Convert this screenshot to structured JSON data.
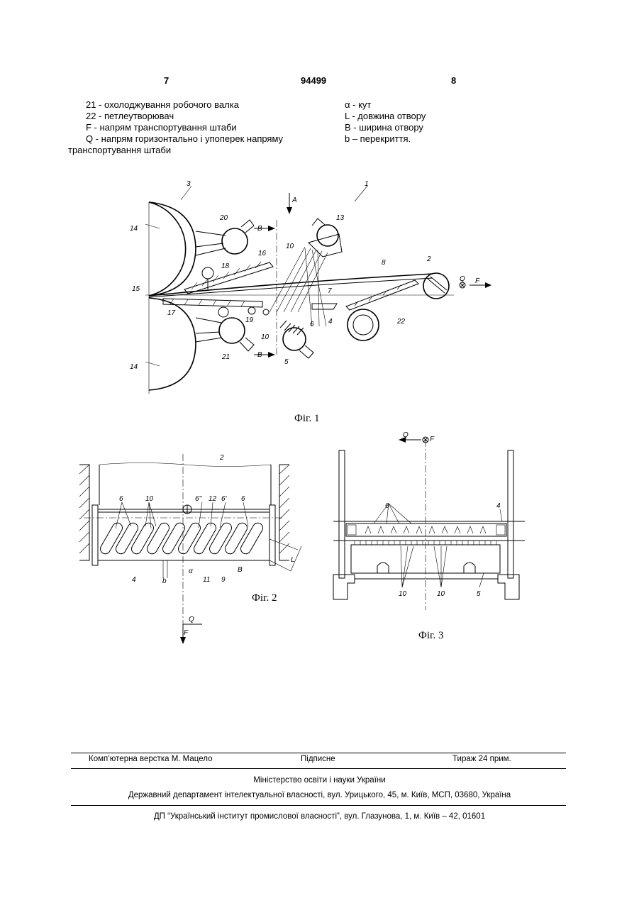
{
  "header": {
    "page_left": "7",
    "patent_number": "94499",
    "page_right": "8"
  },
  "legend_left": [
    "21 - охолоджування робочого валка",
    "22 - петлеутворювач",
    "F - напрям транспортування штаби",
    "Q - напрям горизонтально і упоперек напряму",
    "транспортування штаби"
  ],
  "legend_right": [
    "α - кут",
    "L - довжина отвору",
    "B - ширина отвору",
    "b – перекриття."
  ],
  "figures": {
    "fig1": {
      "caption": "Фіг. 1",
      "labels": {
        "l1": "1",
        "l2": "2",
        "l3": "3",
        "l4": "4",
        "l5": "5",
        "l6": "6",
        "l7": "7",
        "l8": "8",
        "l10a": "10",
        "l10b": "10",
        "l13": "13",
        "l14a": "14",
        "l14b": "14",
        "l15": "15",
        "l16": "16",
        "l17": "17",
        "l18": "18",
        "l19": "19",
        "l20": "20",
        "l21": "21",
        "l22": "22",
        "A": "A",
        "Ba": "B",
        "Bb": "B",
        "Q": "Q",
        "F": "F"
      }
    },
    "fig2": {
      "caption": "Фіг. 2",
      "labels": {
        "l2": "2",
        "l6a": "6",
        "l10": "10",
        "l6b": "6''",
        "l12": "12",
        "l6c": "6'",
        "l6d": "6",
        "l4": "4",
        "lb": "b",
        "la": "α",
        "l11": "11",
        "l9": "9",
        "lB": "B",
        "lL": "L",
        "Q": "Q",
        "F": "F"
      }
    },
    "fig3": {
      "caption": "Фіг. 3",
      "labels": {
        "Q": "Q",
        "F": "F",
        "l6": "6",
        "l4": "4",
        "l10a": "10",
        "l10b": "10",
        "l5": "5"
      }
    }
  },
  "footer": {
    "layout": "Комп’ютерна верстка М. Мацело",
    "signed": "Підписне",
    "circulation": "Тираж 24 прим.",
    "ministry": "Міністерство освіти і науки України",
    "department": "Державний департамент інтелектуальної власності, вул. Урицького, 45, м. Київ, МСП, 03680, Україна",
    "institute": "ДП “Український інститут промислової власності”, вул. Глазунова, 1, м. Київ – 42, 01601"
  }
}
